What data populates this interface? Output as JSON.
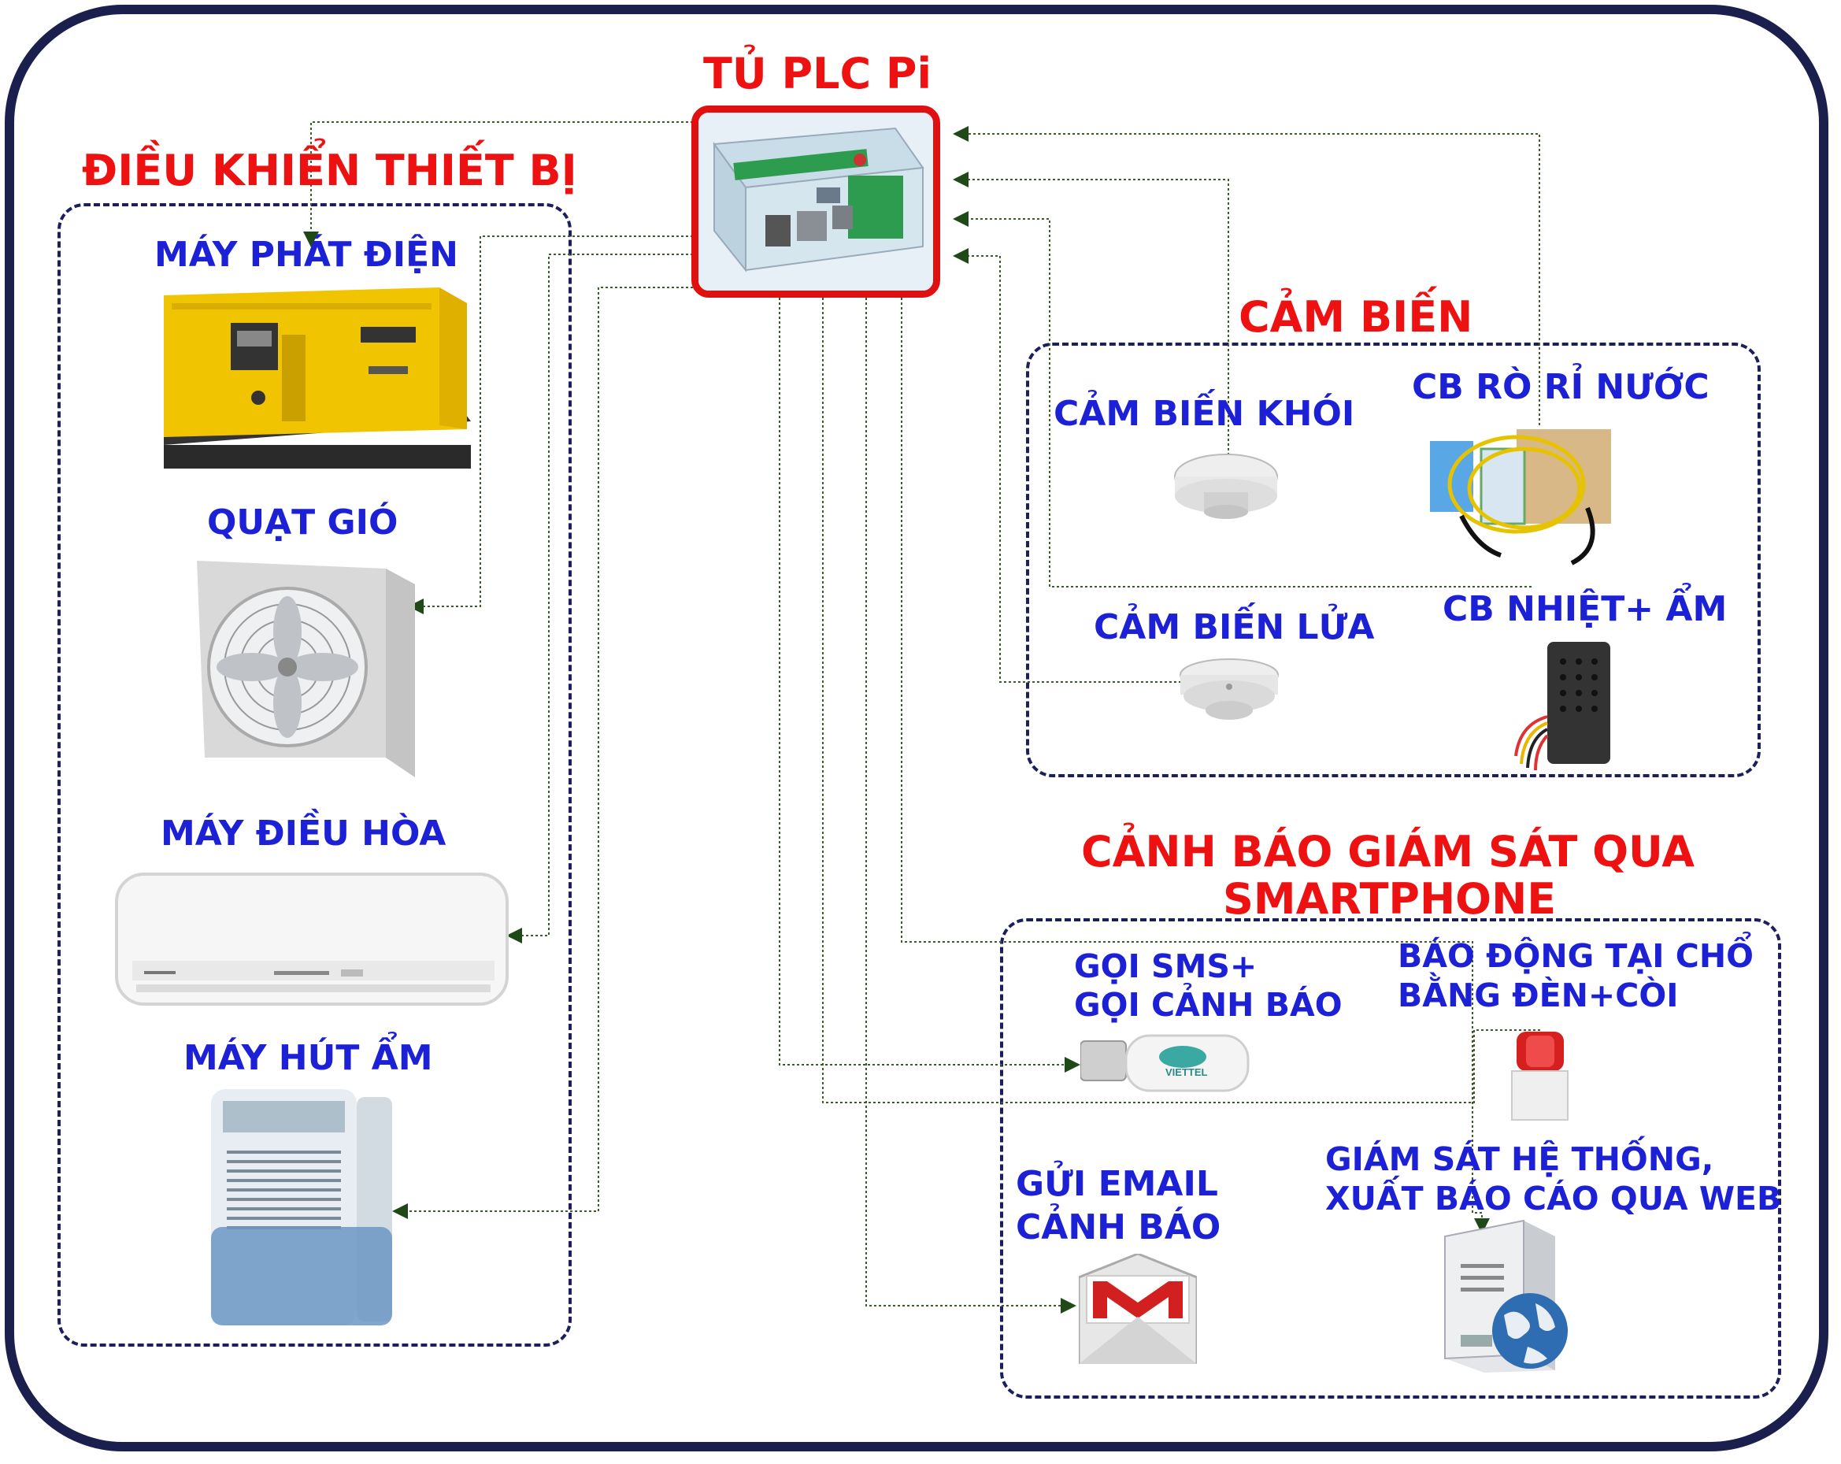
{
  "colors": {
    "frame": "#1a1f4d",
    "title_red": "#ee1111",
    "label_blue": "#1d21d6",
    "wire_green": "#3d5c2a",
    "plc_border": "#e01010"
  },
  "plc": {
    "title": "TỦ PLC Pi"
  },
  "control": {
    "title": "ĐIỀU KHIỂN THIẾT BỊ",
    "items": [
      {
        "label": "MÁY PHÁT ĐIỆN",
        "icon": "generator-icon"
      },
      {
        "label": "QUẠT GIÓ",
        "icon": "industrial-fan-icon"
      },
      {
        "label": "MÁY ĐIỀU HÒA",
        "icon": "air-conditioner-icon"
      },
      {
        "label": "MÁY HÚT ẨM",
        "icon": "dehumidifier-icon"
      }
    ]
  },
  "sensors": {
    "title": "CẢM BIẾN",
    "items": [
      {
        "label": "CẢM BIẾN KHÓI",
        "icon": "smoke-detector-icon"
      },
      {
        "label": "CB RÒ RỈ NƯỚC",
        "icon": "water-leak-sensor-icon"
      },
      {
        "label": "CẢM BIẾN LỬA",
        "icon": "fire-detector-icon"
      },
      {
        "label": "CB NHIỆT+ ẨM",
        "icon": "temperature-humidity-sensor-icon"
      }
    ]
  },
  "alerts": {
    "title_line1": "CẢNH BÁO GIÁM SÁT QUA",
    "title_line2": "SMARTPHONE",
    "sms": {
      "line1": "GỌI SMS+",
      "line2": "GỌI CẢNH BÁO",
      "icon": "usb-modem-icon",
      "brand": "VIETTEL"
    },
    "siren": {
      "line1": "BÁO ĐỘNG TẠI CHỔ",
      "line2": "BẰNG ĐÈN+CÒI",
      "icon": "siren-icon"
    },
    "email": {
      "line1": "GỬI EMAIL",
      "line2": "CẢNH BÁO",
      "icon": "gmail-icon"
    },
    "web": {
      "line1": "GIÁM SÁT HỆ THỐNG,",
      "line2": "XUẤT BÁO CÁO QUA WEB",
      "icon": "web-server-icon"
    }
  }
}
